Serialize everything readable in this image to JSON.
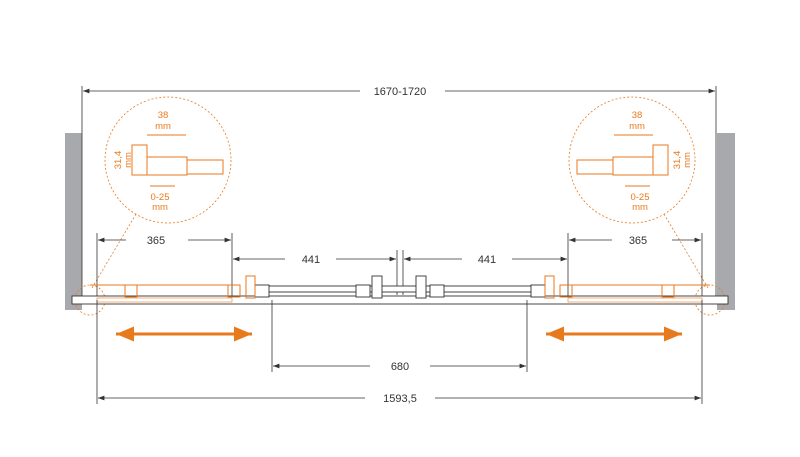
{
  "dimensions": {
    "total_width": "1670-1720",
    "left_fixed": "365",
    "right_fixed": "365",
    "left_door": "441",
    "right_door": "441",
    "opening": "680",
    "bottom_width": "1593,5"
  },
  "detail_left": {
    "profile_width": "38",
    "profile_unit": "mm",
    "profile_depth": "31,4",
    "depth_unit": "mm",
    "adjust": "0-25",
    "adjust_unit": "mm"
  },
  "detail_right": {
    "profile_width": "38",
    "profile_unit": "mm",
    "profile_depth": "31,4",
    "depth_unit": "mm",
    "adjust": "0-25",
    "adjust_unit": "mm"
  },
  "colors": {
    "accent": "#e87a1e",
    "wall": "#a7a9ac",
    "line": "#333333"
  }
}
